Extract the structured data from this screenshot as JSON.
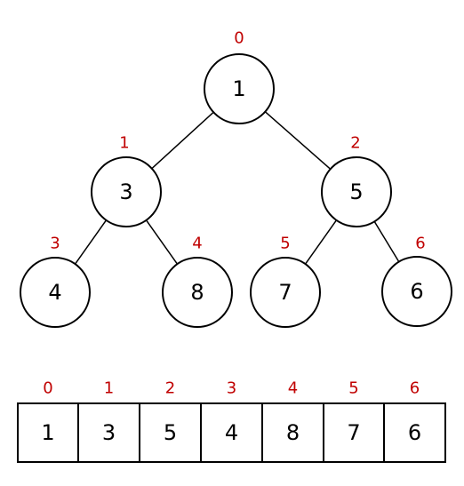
{
  "tree": {
    "nodes": [
      {
        "index": "0",
        "value": "1"
      },
      {
        "index": "1",
        "value": "3"
      },
      {
        "index": "2",
        "value": "5"
      },
      {
        "index": "3",
        "value": "4"
      },
      {
        "index": "4",
        "value": "8"
      },
      {
        "index": "5",
        "value": "7"
      },
      {
        "index": "6",
        "value": "6"
      }
    ],
    "edges": [
      {
        "from": 0,
        "to": 1
      },
      {
        "from": 0,
        "to": 2
      },
      {
        "from": 1,
        "to": 3
      },
      {
        "from": 1,
        "to": 4
      },
      {
        "from": 2,
        "to": 5
      },
      {
        "from": 2,
        "to": 6
      }
    ]
  },
  "array": {
    "indices": [
      "0",
      "1",
      "2",
      "3",
      "4",
      "5",
      "6"
    ],
    "values": [
      "1",
      "3",
      "5",
      "4",
      "8",
      "7",
      "6"
    ]
  },
  "colors": {
    "index_label": "#c00000",
    "stroke": "#000000",
    "background": "#ffffff"
  }
}
